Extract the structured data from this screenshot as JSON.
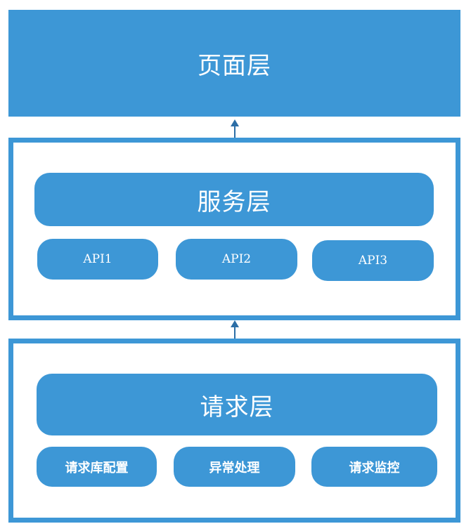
{
  "page_layer": {
    "title": "页面层"
  },
  "service_layer": {
    "title": "服务层",
    "apis": [
      "API1",
      "API2",
      "API3"
    ]
  },
  "request_layer": {
    "title": "请求层",
    "items": [
      "请求库配置",
      "异常处理",
      "请求监控"
    ]
  },
  "colors": {
    "block": "#3d97d6",
    "arrow": "#2c6ea6",
    "text": "#ffffff"
  }
}
